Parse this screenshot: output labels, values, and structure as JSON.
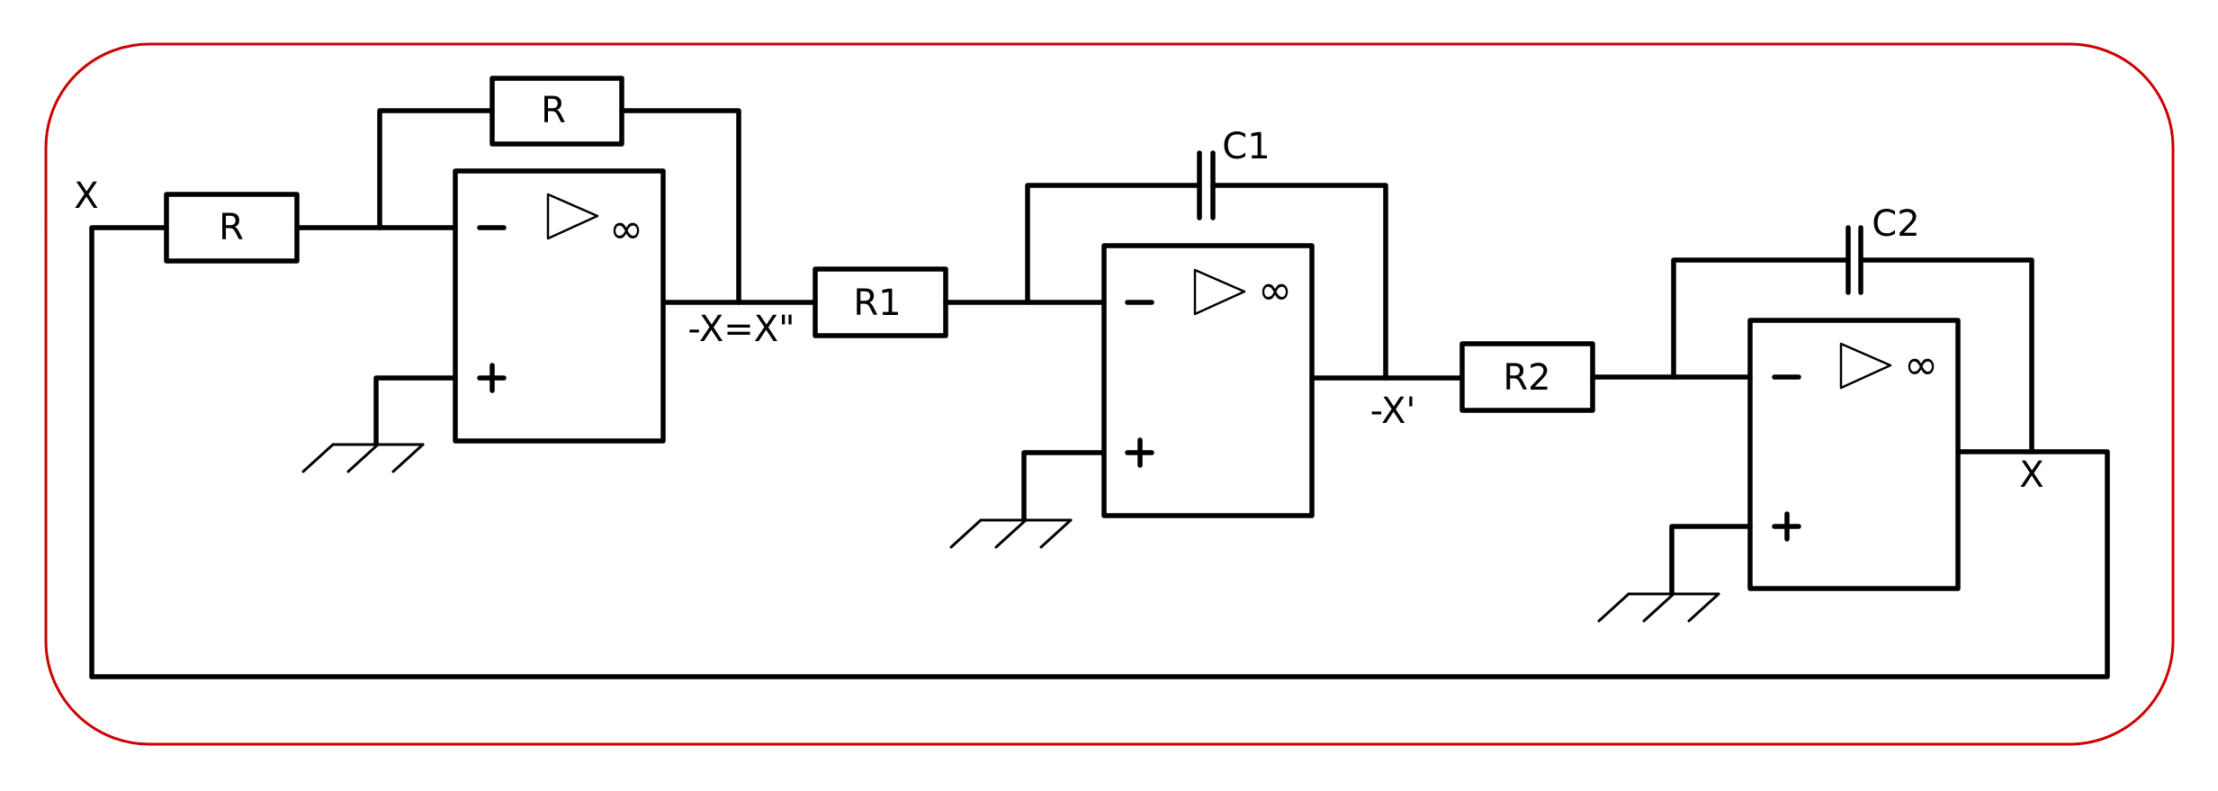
{
  "labels": {
    "input": "X",
    "output": "X",
    "resistor_in": "R",
    "resistor_feedback": "R",
    "r1": "R1",
    "r2": "R2",
    "c1": "C1",
    "c2": "C2",
    "node_inverter_out": "-X=X\"",
    "node_integrator1_out": "-X'"
  },
  "opamp": {
    "minus": "−",
    "plus": "+",
    "gain": "∞"
  },
  "colors": {
    "frame": "#cc0000",
    "wires": "#000000"
  }
}
